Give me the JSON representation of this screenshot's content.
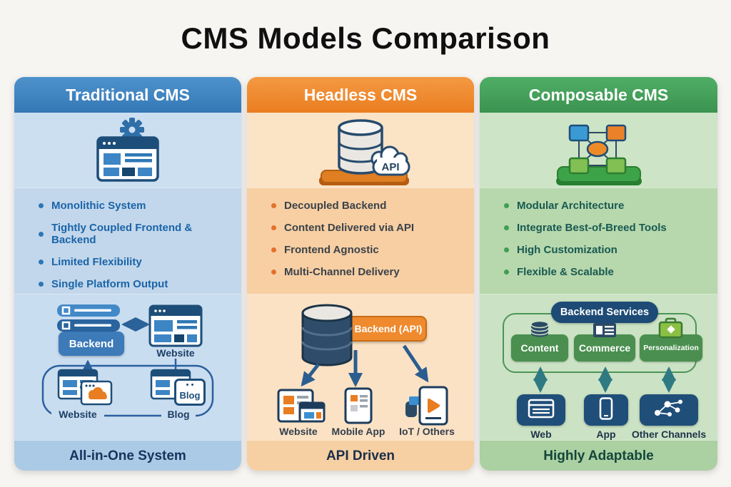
{
  "title": "CMS Models Comparison",
  "columns": [
    {
      "header": "Traditional CMS",
      "bullets": [
        "Monolithic System",
        "Tightly Coupled Frontend & Backend",
        "Limited Flexibility",
        "Single Platform Output"
      ],
      "footer": "All-in-One System",
      "diagram": {
        "backend": "Backend",
        "website_top": "Website",
        "website": "Website",
        "blog": "Blog",
        "blog_popup": "Blog"
      },
      "colors": {
        "header": "#3d84c3",
        "accent": "#2e77b5",
        "text": "#1a64a8",
        "footer_bg": "#abcae6"
      }
    },
    {
      "header": "Headless CMS",
      "bullets": [
        "Decoupled Backend",
        "Content Delivered via API",
        "Frontend Agnostic",
        "Multi-Channel Delivery"
      ],
      "footer": "API Driven",
      "icon_badge": "API",
      "diagram": {
        "backend": "Backend (API)",
        "channels": [
          "Website",
          "Mobile App",
          "IoT / Others"
        ]
      },
      "colors": {
        "header": "#f0862e",
        "accent": "#e4702b",
        "text": "#3b4249",
        "footer_bg": "#f6d0a2"
      }
    },
    {
      "header": "Composable CMS",
      "bullets": [
        "Modular Architecture",
        "Integrate Best-of-Breed Tools",
        "High Customization",
        "Flexible & Scalable"
      ],
      "footer": "Highly Adaptable",
      "diagram": {
        "services_title": "Backend Services",
        "services": [
          "Content",
          "Commerce",
          "Personalization"
        ],
        "channels": [
          "Web",
          "App",
          "Other Channels"
        ]
      },
      "colors": {
        "header": "#43a159",
        "accent": "#3f9e52",
        "text": "#185a50",
        "footer_bg": "#abd0a2"
      }
    }
  ]
}
